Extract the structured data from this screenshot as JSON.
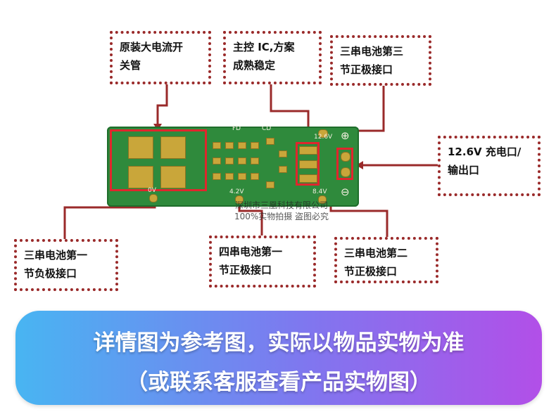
{
  "callouts": {
    "switch": "原装大电流开\n关管",
    "ic": "主控 IC,方案\n成熟稳定",
    "third_pos": "三串电池第三\n节正极接口",
    "output": "12.6V 充电口/\n输出口",
    "first_neg": "三串电池第一\n节负极接口",
    "fourth_pos": "四串电池第一\n节正极接口",
    "second_pos": "三串电池第二\n节正极接口"
  },
  "board_silk": {
    "v0": "0V",
    "v42": "4.2V",
    "v84": "8.4V",
    "v126": "12.6V",
    "plus": "⊕",
    "minus": "⊖",
    "fd": "FD",
    "cd": "CD"
  },
  "watermark": {
    "line1": "深圳市三凰科技有限公司",
    "line2": "100%实物拍摄 盗图必究"
  },
  "banner": {
    "line1": "详情图为参考图，实际以物品实物为准",
    "line2": "（或联系客服查看产品实物图）"
  },
  "colors": {
    "callout_border": "#9a2a2a",
    "highlight": "#e0262d",
    "pcb_green": "#2f8a3c",
    "banner_left": "#48b5f2",
    "banner_right": "#b24fe8"
  }
}
